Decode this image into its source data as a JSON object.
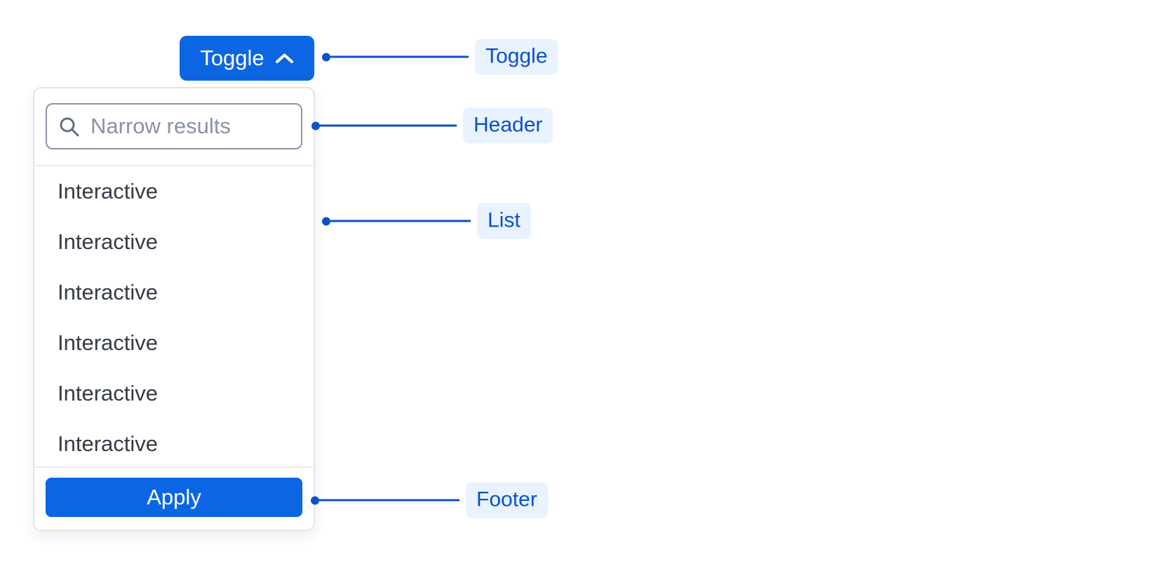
{
  "toggle_button": {
    "label": "Toggle",
    "chevron_icon": "chevron-up"
  },
  "dropdown": {
    "search": {
      "placeholder": "Narrow results",
      "icon": "search-icon"
    },
    "list": {
      "items": [
        "Interactive",
        "Interactive",
        "Interactive",
        "Interactive",
        "Interactive",
        "Interactive"
      ]
    },
    "footer": {
      "apply_label": "Apply"
    }
  },
  "annotations": {
    "toggle": "Toggle",
    "header": "Header",
    "list": "List",
    "footer": "Footer"
  },
  "colors": {
    "button_blue": "#0C66E4",
    "annotation_blue": "#0D51C8",
    "annotation_pill_bg": "#E9F2FF",
    "list_text": "#363C46",
    "placeholder_gray": "#8A93A4",
    "divider_gray": "#EBECF0"
  }
}
